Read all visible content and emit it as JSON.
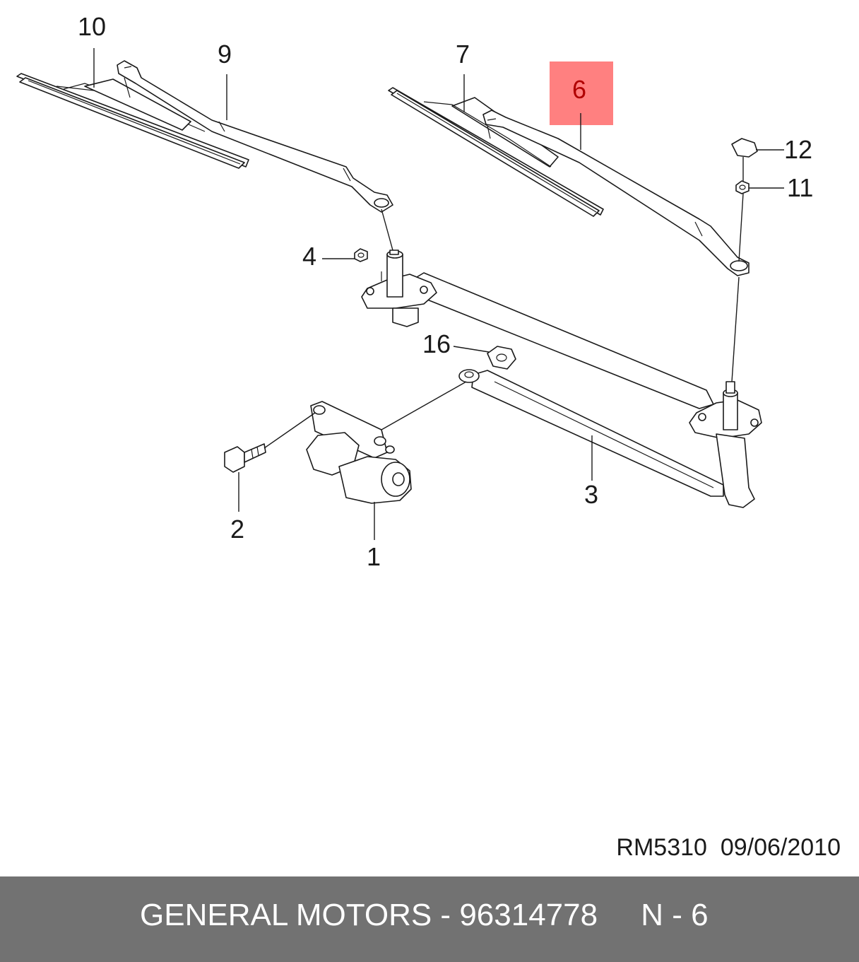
{
  "callouts": [
    {
      "id": "10",
      "label": "10"
    },
    {
      "id": "9",
      "label": "9"
    },
    {
      "id": "7",
      "label": "7"
    },
    {
      "id": "6",
      "label": "6",
      "highlighted": true
    },
    {
      "id": "12",
      "label": "12"
    },
    {
      "id": "11",
      "label": "11"
    },
    {
      "id": "4",
      "label": "4"
    },
    {
      "id": "16",
      "label": "16"
    },
    {
      "id": "2",
      "label": "2"
    },
    {
      "id": "1",
      "label": "1"
    },
    {
      "id": "3",
      "label": "3"
    }
  ],
  "highlight_color": "#ff8080",
  "reference": {
    "code": "RM5310",
    "date": "09/06/2010"
  },
  "footer": {
    "brand": "GENERAL MOTORS",
    "separator": "-",
    "part_number": "96314778",
    "position": "N - 6"
  },
  "footer_color": "#727272"
}
